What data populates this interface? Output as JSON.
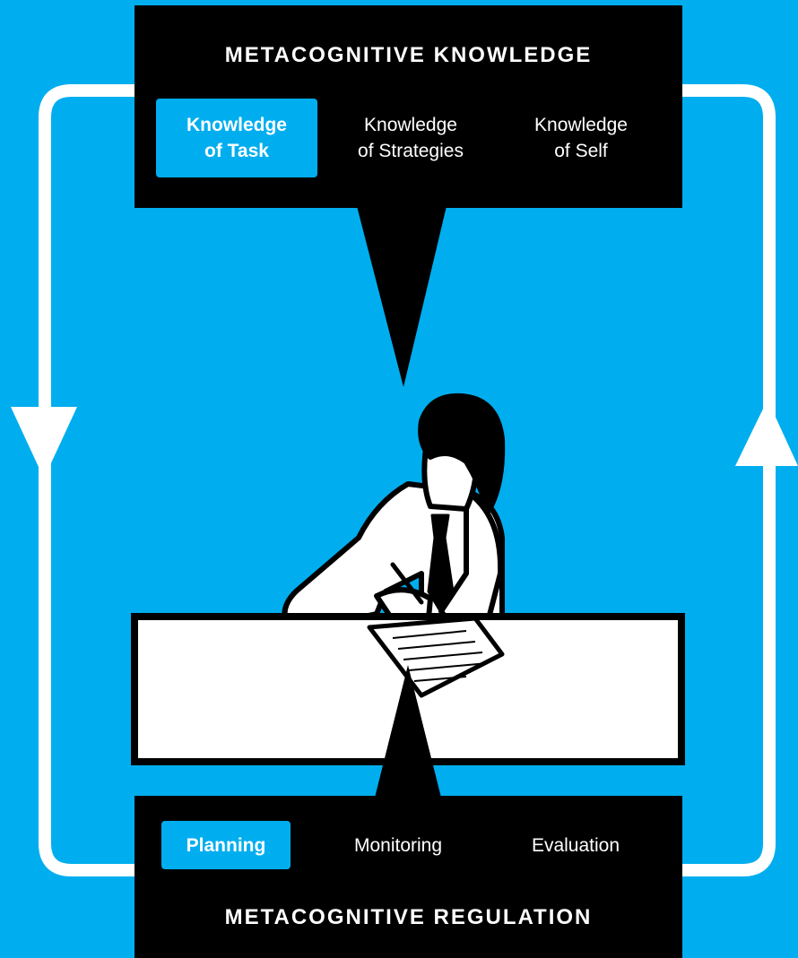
{
  "colors": {
    "background": "#00AEEF",
    "panel": "#000000",
    "highlight": "#00AEEF",
    "line": "#FFFFFF"
  },
  "knowledge": {
    "title": "METACOGNITIVE KNOWLEDGE",
    "items": [
      {
        "line1": "Knowledge",
        "line2": "of Task",
        "highlighted": true
      },
      {
        "line1": "Knowledge",
        "line2": "of Strategies",
        "highlighted": false
      },
      {
        "line1": "Knowledge",
        "line2": "of Self",
        "highlighted": false
      }
    ]
  },
  "regulation": {
    "title": "METACOGNITIVE REGULATION",
    "items": [
      {
        "label": "Planning",
        "highlighted": true
      },
      {
        "label": "Monitoring",
        "highlighted": false
      },
      {
        "label": "Evaluation",
        "highlighted": false
      }
    ]
  },
  "icons": [
    "down-arrow-icon",
    "up-arrow-icon",
    "person-writing-illustration"
  ]
}
